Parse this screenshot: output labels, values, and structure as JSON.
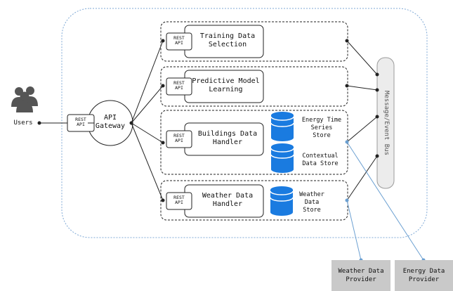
{
  "actors": {
    "users": "Users"
  },
  "gateway": {
    "label": "API\nGateway",
    "rest": "REST\nAPI"
  },
  "services": {
    "training": {
      "label": "Training Data\nSelection",
      "rest": "REST\nAPI"
    },
    "predictive": {
      "label": "Predictive Model\nLearning",
      "rest": "REST\nAPI"
    },
    "buildings": {
      "label": "Buildings Data\nHandler",
      "rest": "REST\nAPI"
    },
    "weather": {
      "label": "Weather Data\nHandler",
      "rest": "REST\nAPI"
    }
  },
  "stores": {
    "energy_ts": "Energy Time\nSeries\nStore",
    "contextual": "Contextual\nData Store",
    "weather": "Weather\nData\nStore"
  },
  "bus": {
    "label": "Message/Event Bus"
  },
  "providers": {
    "weather": "Weather Data\nProvider",
    "energy": "Energy Data\nProvider"
  },
  "colors": {
    "db_blue": "#1a7be0",
    "boundary": "#7fa9d6",
    "link_blue": "#6a9fd1",
    "bus_fill": "#ececec",
    "provider_fill": "#c9c9c9"
  }
}
